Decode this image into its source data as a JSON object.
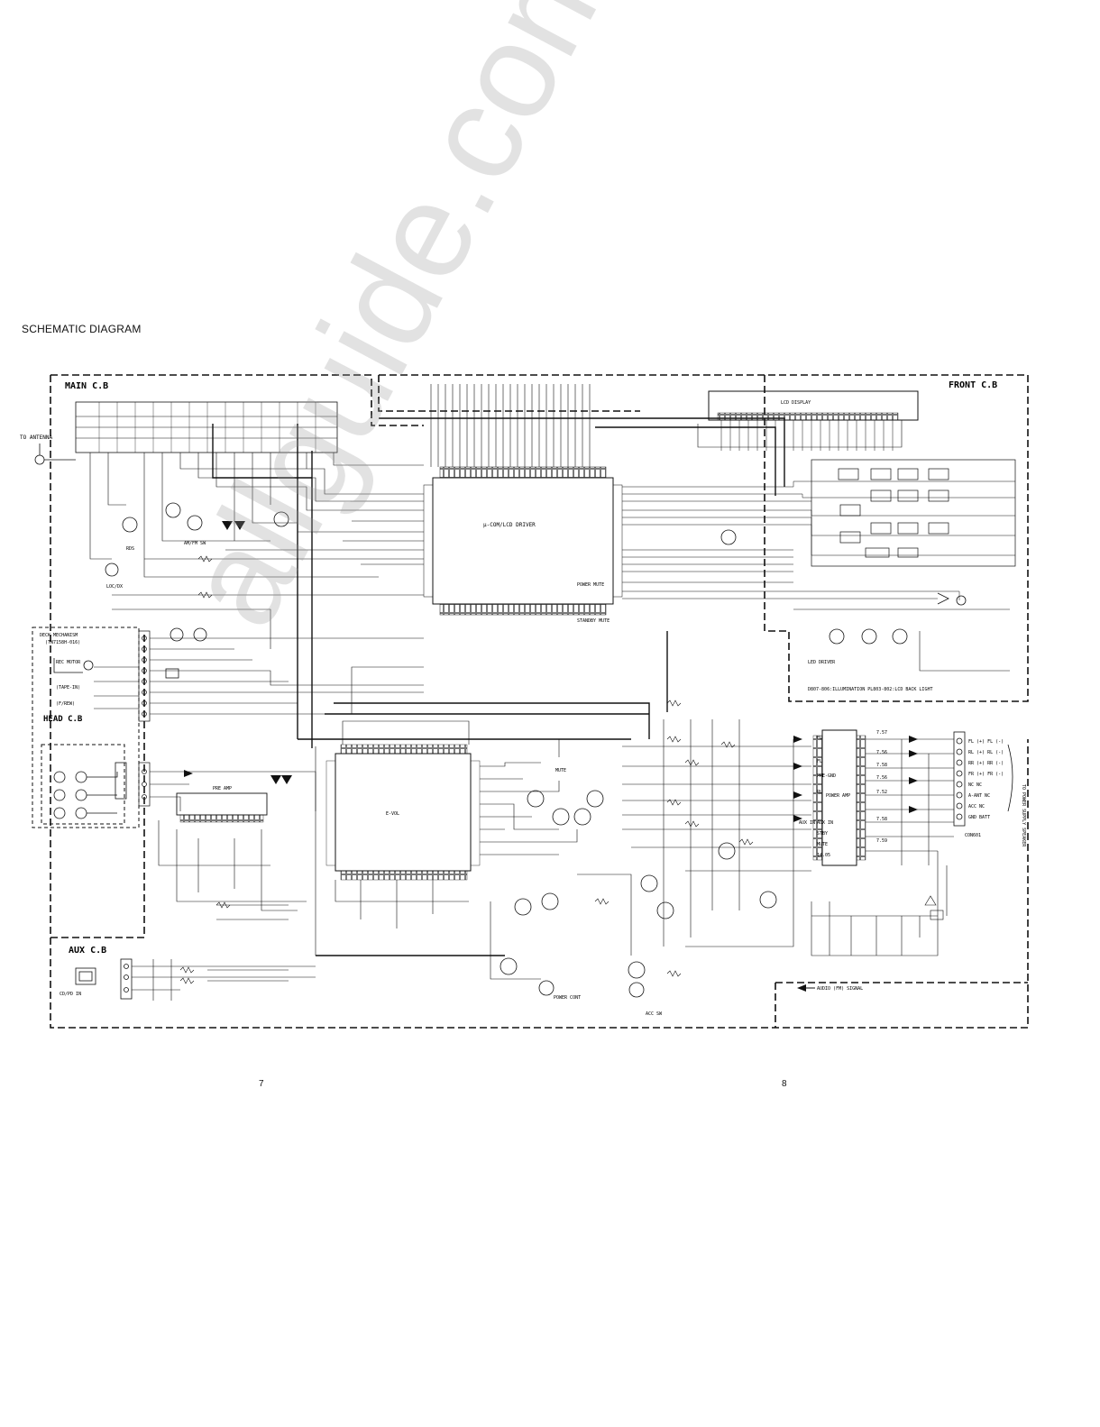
{
  "page": {
    "title": "SCHEMATIC DIAGRAM",
    "page_left": "7",
    "page_right": "8",
    "watermark": "allguide.com"
  },
  "boards": {
    "main": "MAIN C.B",
    "front": "FRONT C.B",
    "head": "HEAD C.B",
    "aux": "AUX C.B"
  },
  "labels": {
    "antenna": "TO ANTENNA",
    "deck_mechanism": "DECK MECHANISM",
    "deck_model": "(TN7158H-016)",
    "rec_motor": "REC MOTOR",
    "tape_in": "(TAPE-IN)",
    "fwd_rew": "(F/REW)",
    "microcomputer": "µ-COM/LCD DRIVER",
    "standby_mute": "STANDBY MUTE",
    "power_mute": "POWER MUTE",
    "e_vol": "E-VOL",
    "preamp": "PRE AMP",
    "power_amp": "POWER AMP",
    "lcd_display": "LCD DISPLAY",
    "illumination": "D807-806:ILLUMINATION PL803-802:LCD BACK LIGHT",
    "led_driver": "LED DRIVER",
    "audio_signal": "AUDIO (FM) SIGNAL",
    "power_cont": "POWER CONT",
    "acc_sw": "ACC SW",
    "to_power_supply": "TO POWER SUPPLY SPEAKER",
    "connector": "CON601",
    "cd_pd_in": "CD/PD IN",
    "aux_in": "AUX IN",
    "mute": "MUTE",
    "rds": "RDS",
    "loc_dx": "LOC/DX",
    "am_fm_sw": "AM/FM SW"
  },
  "connector_pins": [
    "FL (+) FL (-)",
    "RL (+) RL (-)",
    "RR (+) RR (-)",
    "FR (+) FR (-)",
    "NC NC",
    "A-ANT NC",
    "ACC NC",
    "GND BATT"
  ],
  "power_amp_pins": [
    "FL",
    "FL",
    "PRE-GND",
    "RL",
    "AUX IN",
    "STBY",
    "MUTE"
  ],
  "voltages": [
    "7.57",
    "7.56",
    "7.58",
    "7.56",
    "7.52",
    "7.58",
    "7.59",
    "14.05"
  ]
}
